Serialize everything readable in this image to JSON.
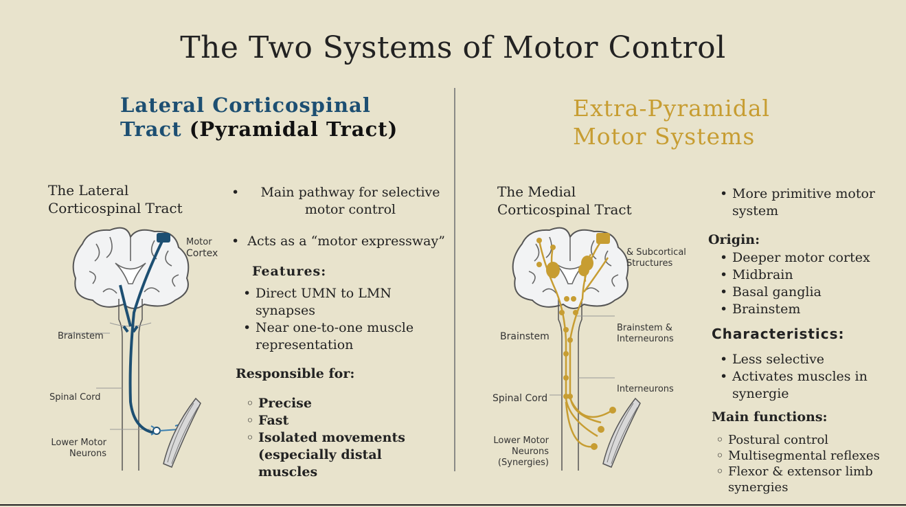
{
  "title": "The Two Systems of Motor Control",
  "left": {
    "heading_line1": "Lateral Corticospinal",
    "heading_line2_blue": "Tract",
    "heading_line2_black": "(Pyramidal Tract)",
    "diagram_title_line1": "The Lateral",
    "diagram_title_line2": "Corticospinal Tract",
    "labels": {
      "motor": "Motor",
      "cortex": "Cortex",
      "brainstem": "Brainstem",
      "spinal_cord": "Spinal Cord",
      "lower_motor_line1": "Lower Motor",
      "lower_motor_line2": "Neurons"
    },
    "bullet1_line1": "Main pathway for selective",
    "bullet1_line2": "motor control",
    "bullet2": "Acts as a “motor expressway”",
    "features_heading": "Features:",
    "features": [
      {
        "line1": "Direct UMN to  LMN",
        "line2": "synapses"
      },
      {
        "line1": "Near one-to-one muscle",
        "line2": "representation"
      }
    ],
    "responsible_heading": "Responsible for:",
    "responsible": [
      "Precise",
      "Fast",
      "Isolated movements"
    ],
    "responsible_cont1": "(especially distal",
    "responsible_cont2": "muscles"
  },
  "right": {
    "heading_line1": "Extra-Pyramidal",
    "heading_line2": "Motor Systems",
    "diagram_title_line1": "The Medial",
    "diagram_title_line2": "Corticospinal Tract",
    "labels": {
      "subcortical_line1": "& Subcortical",
      "subcortical_line2": "Structures",
      "brainstem_inter_line1": "Brainstem &",
      "brainstem_inter_line2": "Interneurons",
      "brainstem": "Brainstem",
      "interneurons": "Interneurons",
      "spinal_cord": "Spinal Cord",
      "lower_motor_line1": "Lower Motor",
      "lower_motor_line2": "Neurons",
      "lower_motor_line3": "(Synergies)"
    },
    "bullet1_line1": "More primitive motor",
    "bullet1_line2": "system",
    "origin_heading": "Origin:",
    "origin": [
      "Deeper motor cortex",
      "Midbrain",
      "Basal ganglia",
      "Brainstem"
    ],
    "characteristics_heading": "Characteristics:",
    "characteristics": [
      {
        "line1": "Less selective",
        "line2": ""
      },
      {
        "line1": "Activates muscles in",
        "line2": "synergie"
      }
    ],
    "functions_heading": "Main functions:",
    "functions": [
      "Postural control",
      "Multisegmental reflexes",
      "Flexor  &  extensor  limb"
    ],
    "functions_cont": "synergies"
  },
  "colors": {
    "blue": "#1d4f72",
    "gold": "#c79d32",
    "background": "#e8e3cc"
  }
}
